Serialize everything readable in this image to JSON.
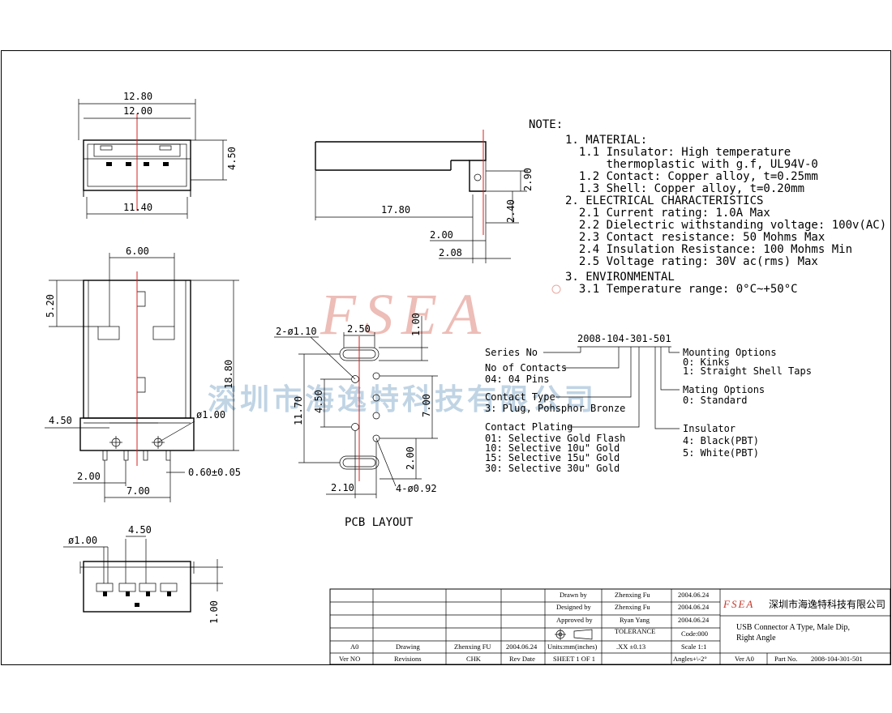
{
  "top_view": {
    "w1": "12.80",
    "w2": "12.00",
    "h": "4.50",
    "w3": "11.40"
  },
  "side_view": {
    "len": "17.80",
    "d1": "2.90",
    "d2": "2.40",
    "d3": "2.00",
    "d4": "2.08"
  },
  "front_view": {
    "w_top": "6.00",
    "d_left": "5.20",
    "h_total": "18.80",
    "d_4_50": "4.50",
    "hole": "ø1.00",
    "d_2_00": "2.00",
    "d_7_00": "7.00",
    "pin_w": "0.60±0.05"
  },
  "bottom_view": {
    "hole": "ø1.00",
    "pitch": "4.50",
    "h": "1.00"
  },
  "pcb_layout": {
    "title": "PCB LAYOUT",
    "holes_a": "2-ø1.10",
    "slot_w": "2.50",
    "slot_h": "1.00",
    "h_11_70": "11.70",
    "h_4_50": "4.50",
    "h_7_00": "7.00",
    "h_2_00": "2.00",
    "w_2_10": "2.10",
    "holes_b": "4-ø0.92"
  },
  "notes": {
    "title": "NOTE:",
    "lines": [
      "1. MATERIAL:",
      "  1.1 Insulator: High temperature",
      "      thermoplastic with g.f, UL94V-0",
      "  1.2 Contact: Copper alloy, t=0.25mm",
      "  1.3 Shell: Copper alloy, t=0.20mm",
      "2. ELECTRICAL CHARACTERISTICS",
      "  2.1 Current rating: 1.0A Max",
      "  2.2 Dielectric withstanding voltage: 100v(AC)",
      "  2.3 Contact resistance: 50 Mohms Max",
      "  2.4 Insulation Resistance: 100 Mohms Min",
      "  2.5 Voltage rating: 30V ac(rms) Max",
      "3. ENVIRONMENTAL",
      "  3.1 Temperature range: 0°C~+50°C"
    ]
  },
  "watermark": {
    "logo": "FSEA",
    "chinese": "深圳市海逸特科技有限公司"
  },
  "part_code": {
    "code": "2008-104-301-501",
    "series_label": "Series No",
    "contacts": [
      "No of Contacts",
      "04: 04 Pins"
    ],
    "contact_type": [
      "Contact Type",
      "3: Plug, Pohsphor Bronze"
    ],
    "plating": [
      "Contact Plating",
      "01: Selective Gold Flash",
      "10: Selective 10u\" Gold",
      "15: Selective 15u\" Gold",
      "30: Selective 30u\" Gold"
    ],
    "mounting": [
      "Mounting Options",
      "0: Kinks",
      "1: Straight Shell Taps"
    ],
    "mating": [
      "Mating Options",
      "0: Standard"
    ],
    "insulator": [
      "Insulator",
      "4: Black(PBT)",
      "5: White(PBT)"
    ]
  },
  "title_block": {
    "ver": "A0",
    "drawing": "Drawing",
    "drawn_by_name": "Zhenxing FU",
    "rev_date": "2004.06.24",
    "units": "Units:mm(inches)",
    "sheet": "SHEET 1 OF 1",
    "ver_no_label": "Ver NO",
    "revisions_label": "Revisions",
    "chk_label": "CHK",
    "rev_date_label": "Rev Date",
    "drawn_label": "Drawn  by",
    "designed_label": "Designed by",
    "approved_label": "Approved by",
    "drawn_name": "Zhenxing Fu",
    "designed_name": "Zhenxing Fu",
    "approved_name": "Ryan Yang",
    "date1": "2004.06.24",
    "date2": "2004.06.24",
    "date3": "2004.06.24",
    "tolerance_label": "TOLERANCE",
    "tolerance_value": ".XX  ±0.13",
    "code": "Code:000",
    "scale": "Scale 1:1",
    "angles": "Angles+\\-2°",
    "company_logo": "FSEA",
    "company": "深圳市海逸特科技有限公司",
    "title_line1": "USB Connector A Type, Male Dip,",
    "title_line2": "Right Angle",
    "ver_label": "Ver A0",
    "part_label": "Part No.",
    "part_no": "2008-104-301-501"
  }
}
